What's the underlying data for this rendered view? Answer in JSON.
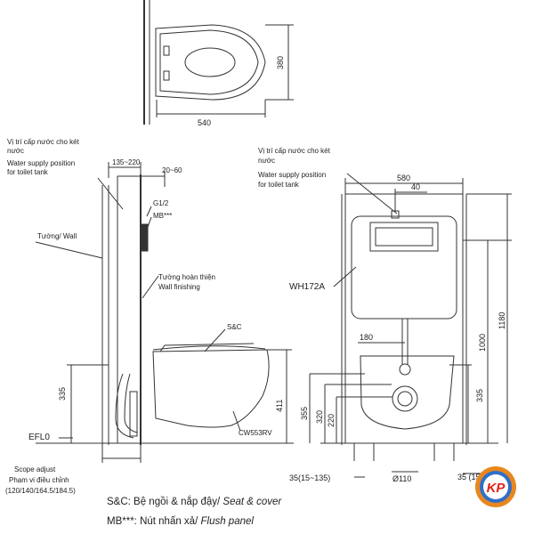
{
  "top_view": {
    "width_dim": "540",
    "depth_dim": "380"
  },
  "side_view": {
    "water_supply_vi_line1": "Vị trí cấp nước cho két",
    "water_supply_vi_line2": "nước",
    "water_supply_en_line1": "Water supply position",
    "water_supply_en_line2": "for toilet tank",
    "dim_135_220": "135~220",
    "dim_20_60": "20~60",
    "g12": "G1/2",
    "mb": "MB***",
    "wall": "Tường/ Wall",
    "wall_finish_vi": "Tường hoàn thiện",
    "wall_finish_en": "Wall finishing",
    "sc": "S&C",
    "dim_335": "335",
    "dim_411": "411",
    "model_bowl": "CW553RV",
    "efl": "EFL0",
    "scope_adjust": "Scope adjust",
    "range_vi": "Phạm vi điều chỉnh",
    "range_values": "(120/140/164.5/184.5)"
  },
  "front_view": {
    "water_supply_vi_line1": "Vị trí cấp nước cho két",
    "water_supply_vi_line2": "nước",
    "water_supply_en_line1": "Water supply position",
    "water_supply_en_line2": "for toilet tank",
    "dim_580": "580",
    "dim_40": "40",
    "model_frame": "WH172A",
    "dim_180": "180",
    "dim_1000": "1000",
    "dim_1180": "1180",
    "dim_335": "335",
    "dim_355": "355",
    "dim_320": "320",
    "dim_220": "220",
    "dim_35_left": "35(15~135)",
    "dim_110": "Ø110",
    "dim_35_right": "35 (15"
  },
  "legend": {
    "sc_prefix": "S&C: Bệ ngồi & nắp đậy/ ",
    "sc_en": "Seat & cover",
    "mb_prefix": "MB***: Nút nhấn xả/ ",
    "mb_en": "Flush panel"
  },
  "logo": {
    "text": "KP",
    "colors": {
      "ring": "#e8871e",
      "inner": "#2f6fc9",
      "accent": "#e2231a"
    }
  }
}
